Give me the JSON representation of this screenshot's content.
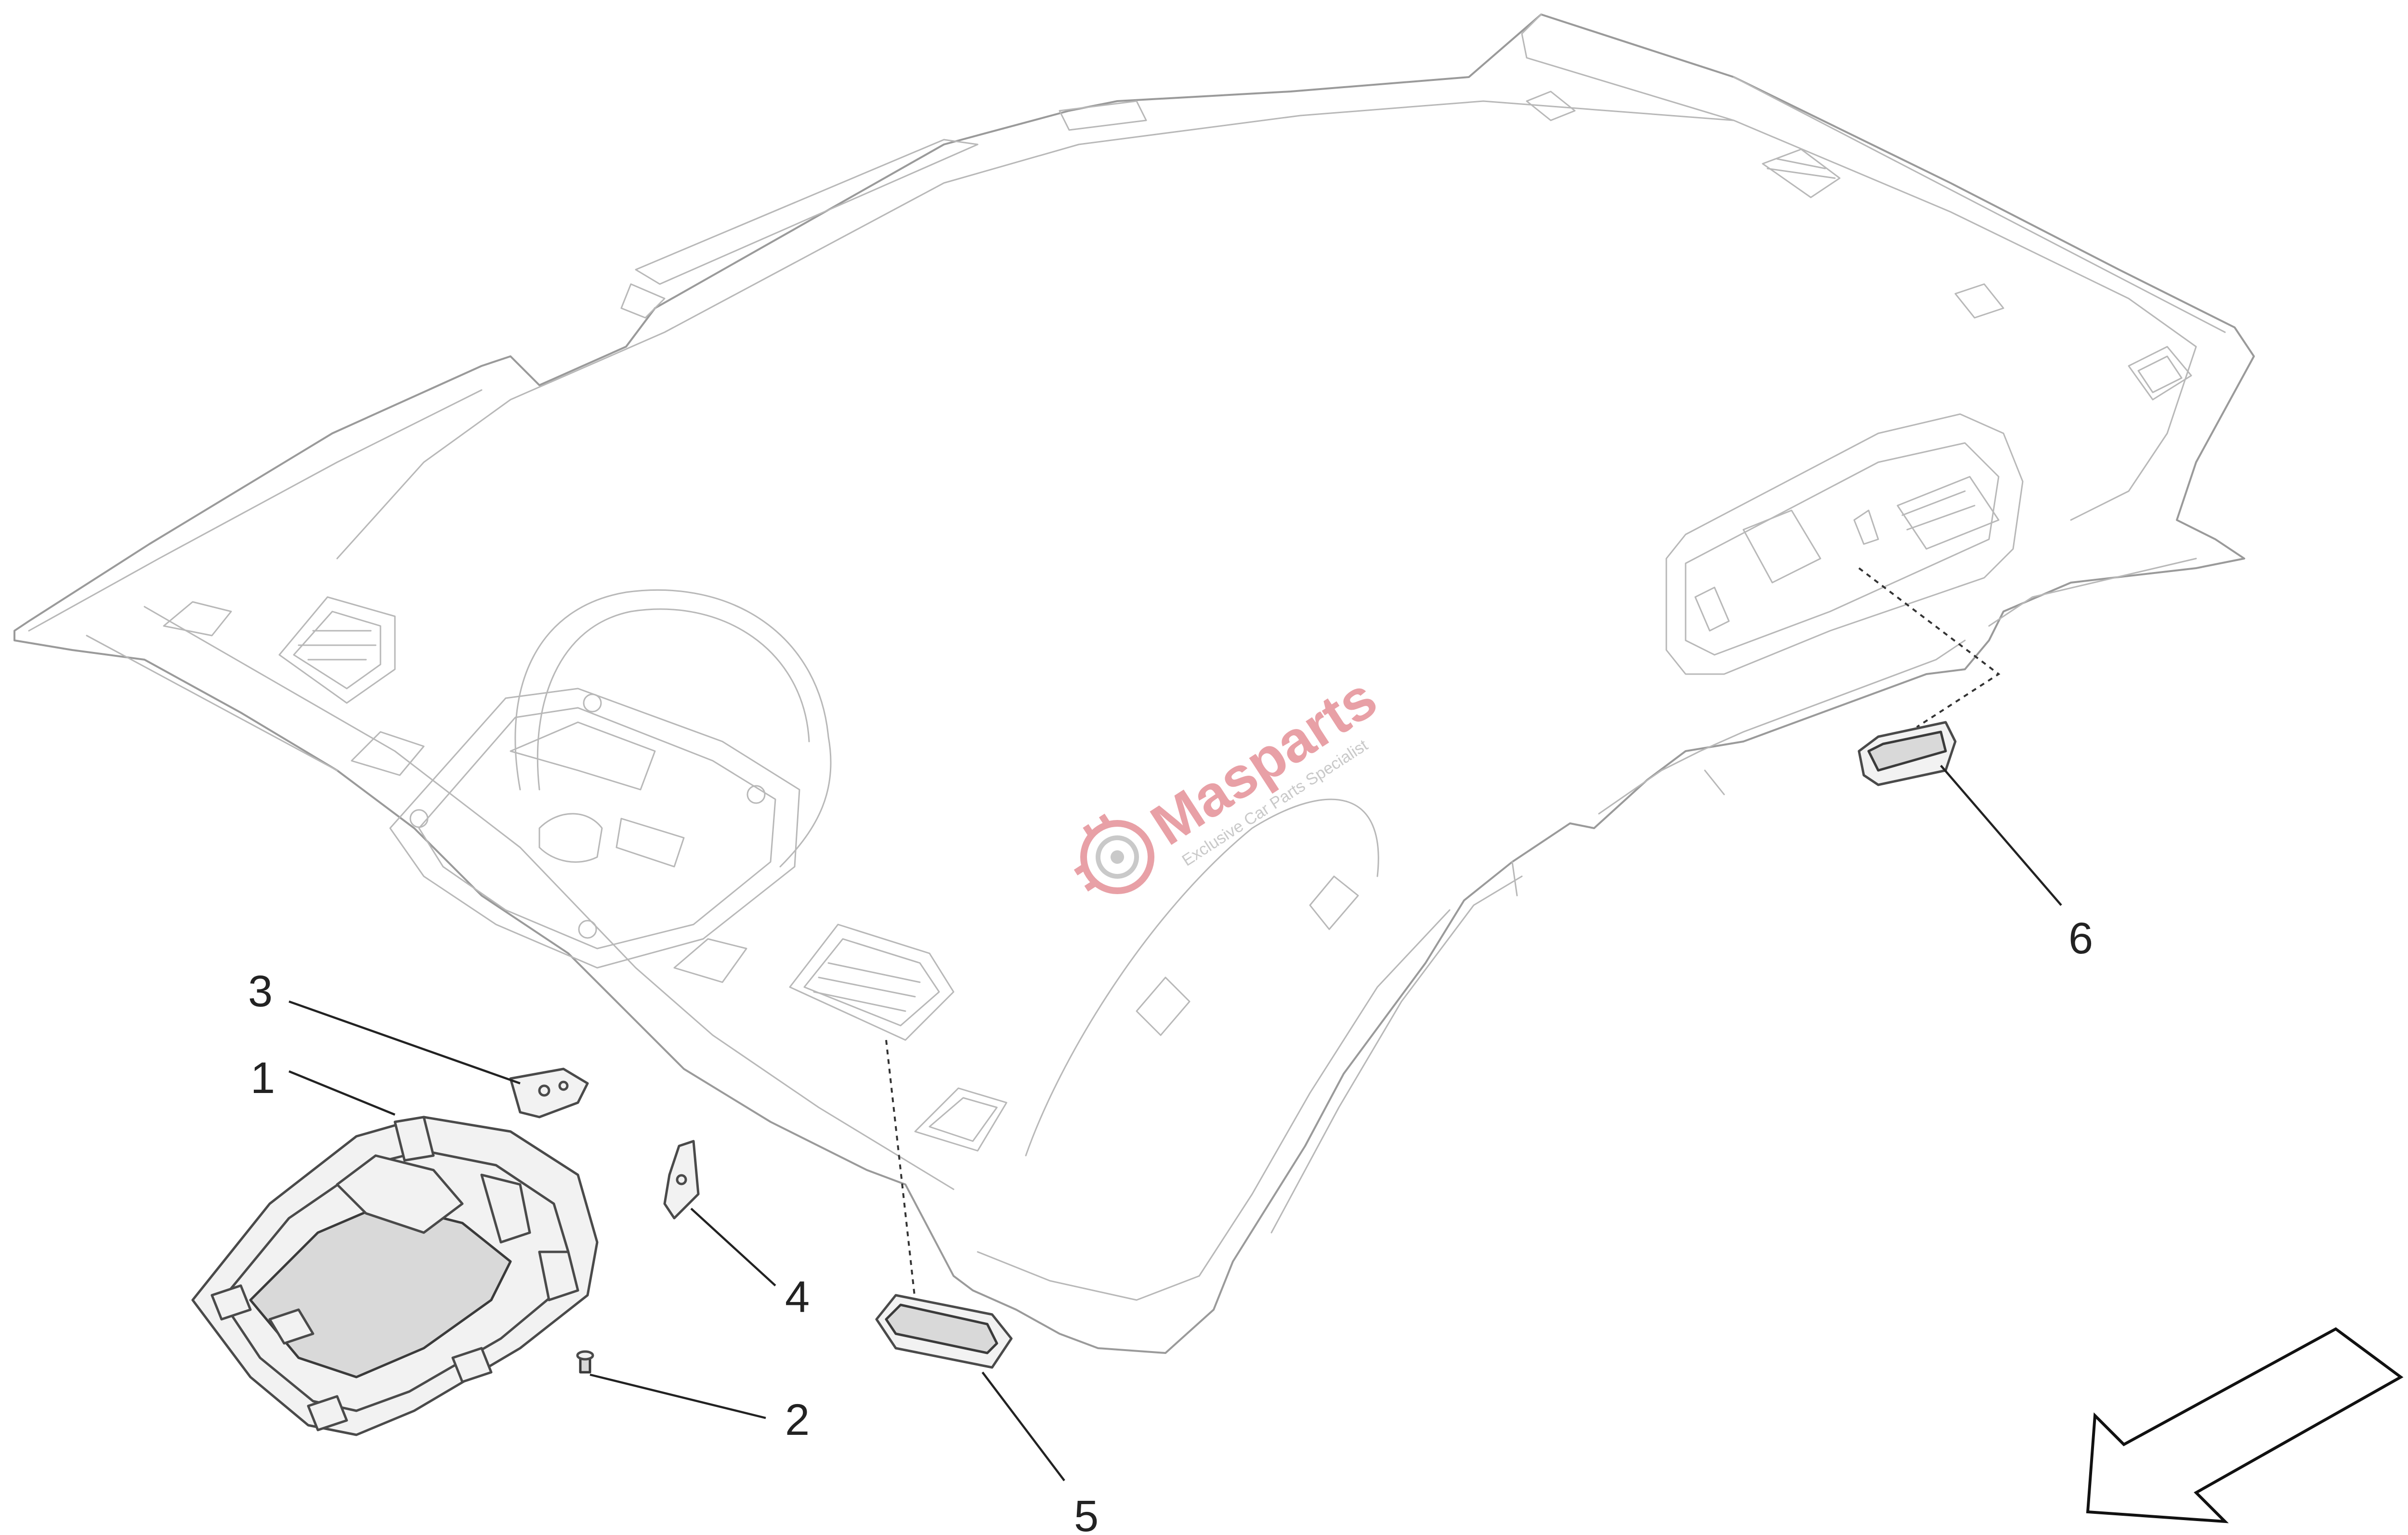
{
  "diagram": {
    "callouts": [
      {
        "id": "1",
        "label": "1"
      },
      {
        "id": "2",
        "label": "2"
      },
      {
        "id": "3",
        "label": "3"
      },
      {
        "id": "4",
        "label": "4"
      },
      {
        "id": "5",
        "label": "5"
      },
      {
        "id": "6",
        "label": "6"
      }
    ]
  },
  "watermark": {
    "brand": "Masparts",
    "tagline": "Exclusive Car Parts Specialist",
    "color": "#e8a0a6",
    "sub_color": "#c9c9c9"
  },
  "colors": {
    "line": "#9a9a9a",
    "part_outline": "#4a4a4a",
    "text": "#222222"
  },
  "icons": {
    "watermark_logo": "gear-wheel-icon",
    "direction_arrow": "arrow-down-left-icon"
  }
}
